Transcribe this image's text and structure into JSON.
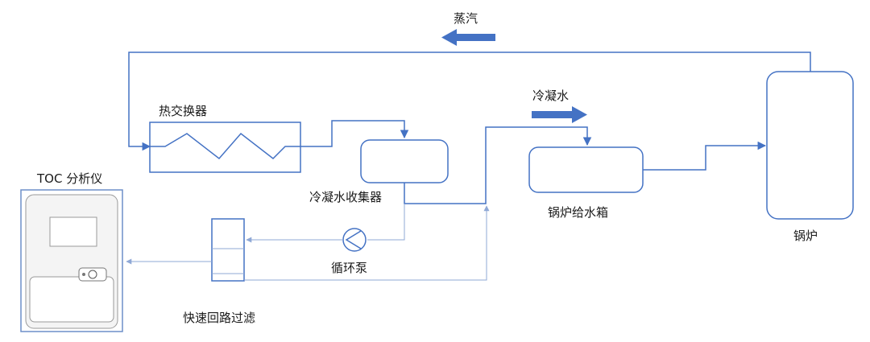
{
  "labels": {
    "steam": "蒸汽",
    "condensate": "冷凝水",
    "heat_exchanger": "热交换器",
    "condensate_collector": "冷凝水收集器",
    "feedwater_tank": "锅炉给水箱",
    "boiler": "锅炉",
    "toc_analyzer": "TOC 分析仪",
    "circulation_pump": "循环泵",
    "fast_loop_filter": "快速回路过滤"
  },
  "colors": {
    "line": "#4472c4",
    "thin_line": "#8fa8d6",
    "analyzer_body": "#f4f4f4"
  },
  "icons": {
    "pump": "pump-icon",
    "flow_arrow": "arrow-icon"
  }
}
